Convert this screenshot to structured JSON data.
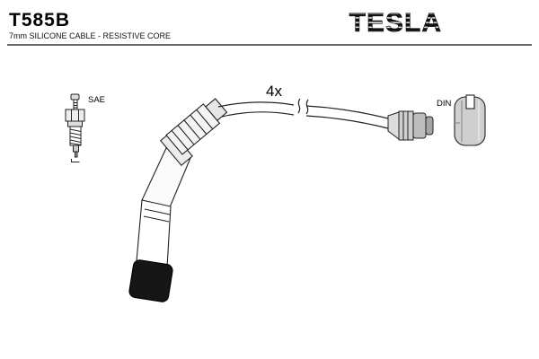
{
  "header": {
    "part_number": "T585B",
    "subtitle": "7mm SILICONE CABLE - RESISTIVE CORE",
    "brand": "TESLA"
  },
  "diagram": {
    "quantity": "4x",
    "plug_standard_label": "SAE",
    "connector_standard_label": "DIN"
  },
  "colors": {
    "line": "#1a1a1a",
    "cap_black": "#161616",
    "metal_gray": "#c4c4c4",
    "light_gray": "#ececec"
  }
}
